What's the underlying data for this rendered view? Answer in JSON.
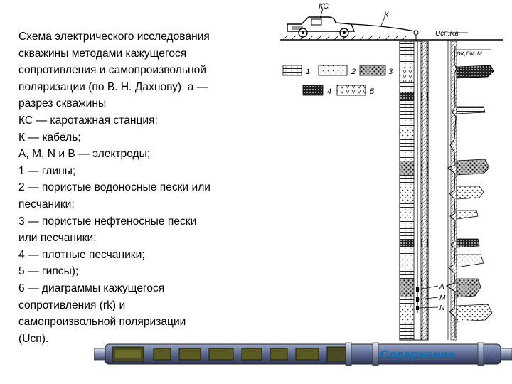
{
  "description": {
    "lines": [
      "Схема электрического исследования",
      "скважины методами кажущегося",
      "сопротивления и самопроизвольной",
      "поляризации (по В. Н. Дахнову): а —",
      "разрез скважины",
      "КС — каротажная станция;",
      "К — кабель;",
      "А, М, N и В — электроды;",
      "1 — глины;",
      "2 — пористые водоносные пески или",
      "песчаники;",
      "3 — пористые нефтеносные пески",
      "или песчаники;",
      "4 — плотные песчаники;",
      "5 — гипсы);",
      "6 — диаграммы кажущегося",
      "сопротивления (rk) и",
      "самопроизвольной поляризации",
      "(Uсп)."
    ]
  },
  "diagram": {
    "station_label": "КС",
    "cable_label": "К",
    "sp_curve_label": "Uсп.мв",
    "resistivity_curve_label": "ρк,ом·м",
    "legend": {
      "item1": "1",
      "item2": "2",
      "item3": "3",
      "item4": "4",
      "item5": "5"
    },
    "electrode_labels": {
      "a": "А",
      "m": "М",
      "n": "N"
    }
  },
  "navigation": {
    "contents_label": "Содержание"
  }
}
